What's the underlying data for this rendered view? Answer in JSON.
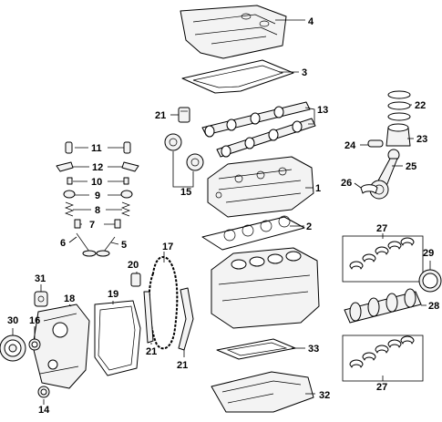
{
  "callouts": [
    {
      "key": "c1",
      "number": "1"
    },
    {
      "key": "c2",
      "number": "2"
    },
    {
      "key": "c3",
      "number": "3"
    },
    {
      "key": "c4",
      "number": "4"
    },
    {
      "key": "c5",
      "number": "5"
    },
    {
      "key": "c6",
      "number": "6"
    },
    {
      "key": "c7",
      "number": "7"
    },
    {
      "key": "c8",
      "number": "8"
    },
    {
      "key": "c9",
      "number": "9"
    },
    {
      "key": "c10",
      "number": "10"
    },
    {
      "key": "c11",
      "number": "11"
    },
    {
      "key": "c12",
      "number": "12"
    },
    {
      "key": "c13",
      "number": "13"
    },
    {
      "key": "c14",
      "number": "14"
    },
    {
      "key": "c15",
      "number": "15"
    },
    {
      "key": "c16",
      "number": "16"
    },
    {
      "key": "c17",
      "number": "17"
    },
    {
      "key": "c18",
      "number": "18"
    },
    {
      "key": "c19",
      "number": "19"
    },
    {
      "key": "c20",
      "number": "20"
    },
    {
      "key": "c21a",
      "number": "21"
    },
    {
      "key": "c21b",
      "number": "21"
    },
    {
      "key": "c21c",
      "number": "21"
    },
    {
      "key": "c22",
      "number": "22"
    },
    {
      "key": "c23",
      "number": "23"
    },
    {
      "key": "c24",
      "number": "24"
    },
    {
      "key": "c25",
      "number": "25"
    },
    {
      "key": "c26",
      "number": "26"
    },
    {
      "key": "c27a",
      "number": "27"
    },
    {
      "key": "c27b",
      "number": "27"
    },
    {
      "key": "c28",
      "number": "28"
    },
    {
      "key": "c29",
      "number": "29"
    },
    {
      "key": "c30",
      "number": "30"
    },
    {
      "key": "c31",
      "number": "31"
    },
    {
      "key": "c32",
      "number": "32"
    },
    {
      "key": "c33",
      "number": "33"
    }
  ]
}
